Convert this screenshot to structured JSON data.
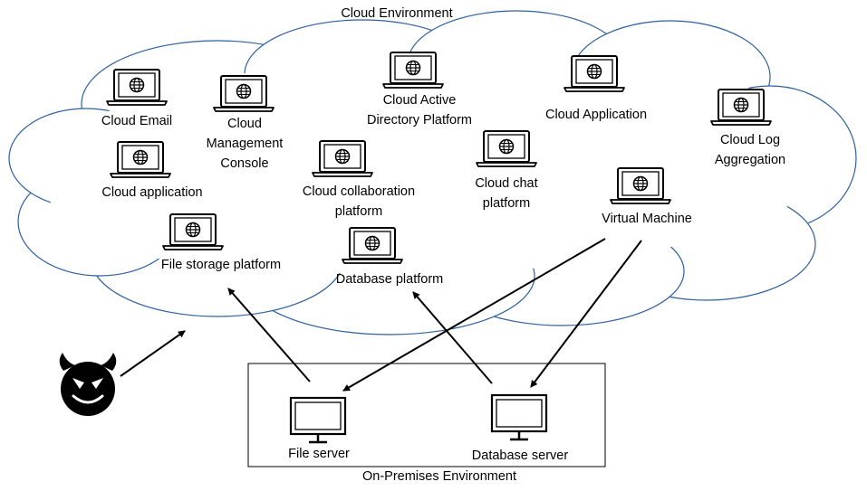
{
  "diagram": {
    "cloud_title": "Cloud Environment",
    "onprem_title": "On-Premises Environment",
    "cloud_nodes": {
      "cloud_email": "Cloud Email",
      "mgmt_console": [
        "Cloud",
        "Management",
        "Console"
      ],
      "active_directory": [
        "Cloud Active",
        "Directory Platform"
      ],
      "cloud_application_top": "Cloud Application",
      "log_aggregation": [
        "Cloud Log",
        "Aggregation"
      ],
      "cloud_application_left": "Cloud application",
      "collaboration": [
        "Cloud collaboration",
        "platform"
      ],
      "chat": [
        "Cloud chat",
        "platform"
      ],
      "virtual_machine": "Virtual Machine",
      "file_storage": "File storage platform",
      "database_platform": "Database platform"
    },
    "onprem_nodes": {
      "file_server": "File server",
      "database_server": "Database server"
    },
    "actor_icon": "devil-face-icon",
    "node_icon": "laptop-globe-icon",
    "server_icon": "monitor-icon",
    "colors": {
      "cloud_outline": "#2e5f9e",
      "line": "#000000",
      "background": "#ffffff"
    }
  }
}
